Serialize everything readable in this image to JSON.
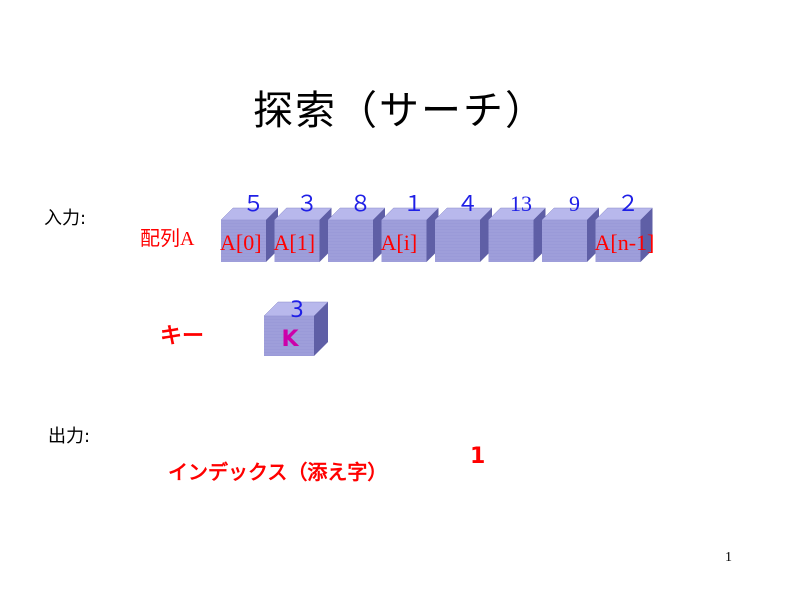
{
  "slide": {
    "title": "探索（サーチ）",
    "input_label": "入力:",
    "output_label": "出力:",
    "page_number": "1"
  },
  "array": {
    "label": "配列",
    "label_suffix": "A",
    "boxes": [
      {
        "value": "５",
        "value_style": "sans",
        "index": "A[0]"
      },
      {
        "value": "３",
        "value_style": "sans",
        "index": "A[1]"
      },
      {
        "value": "８",
        "value_style": "sans",
        "index": ""
      },
      {
        "value": "１",
        "value_style": "sans",
        "index": "A[i]"
      },
      {
        "value": "４",
        "value_style": "sans",
        "index": ""
      },
      {
        "value": "13",
        "value_style": "serif",
        "index": ""
      },
      {
        "value": "9",
        "value_style": "serif",
        "index": ""
      },
      {
        "value": "２",
        "value_style": "sans",
        "index": "A[n-1]"
      }
    ]
  },
  "key": {
    "label": "キー",
    "value": "3",
    "symbol": "K"
  },
  "output": {
    "label": "インデックス（添え字）",
    "value": "1"
  },
  "colors": {
    "box_front": "#9a9ad8",
    "box_top": "#b8b8ec",
    "box_side": "#5f5fa6",
    "value": "#1f1fe6",
    "index": "#ff0000",
    "key_symbol": "#cc00aa"
  }
}
